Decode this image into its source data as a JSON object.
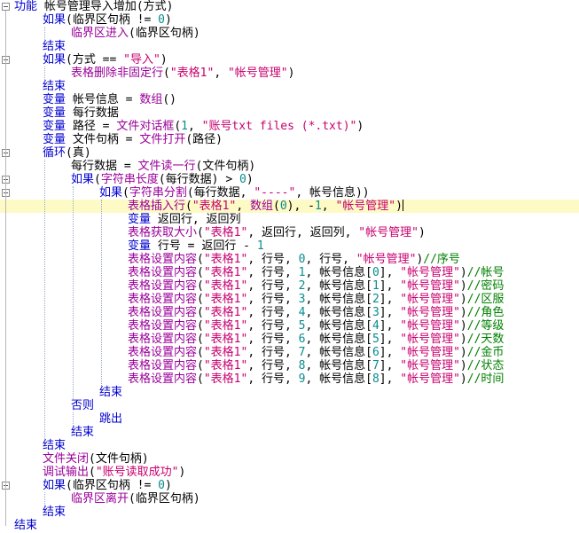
{
  "editor": {
    "colors": {
      "keyword": "#0000d0",
      "function": "#9a0099",
      "string": "#c8006f",
      "number": "#0a8c8c",
      "comment": "#008000",
      "plain": "#000000",
      "highlight": "#fdfac6"
    },
    "lines": [
      {
        "indent": 0,
        "fold": true,
        "tokens": [
          [
            "kw",
            "功能"
          ],
          [
            "p",
            " 帐号管理导入增加(方式)"
          ]
        ]
      },
      {
        "indent": 1,
        "tokens": [
          [
            "kw",
            "如果"
          ],
          [
            "p",
            "(临界区句柄 != "
          ],
          [
            "num",
            "0"
          ],
          [
            "p",
            ")"
          ]
        ]
      },
      {
        "indent": 2,
        "tokens": [
          [
            "fn",
            "临界区进入"
          ],
          [
            "p",
            "(临界区句柄)"
          ]
        ]
      },
      {
        "indent": 1,
        "tokens": [
          [
            "kw",
            "结束"
          ]
        ]
      },
      {
        "indent": 1,
        "fold": true,
        "tokens": [
          [
            "kw",
            "如果"
          ],
          [
            "p",
            "(方式 == "
          ],
          [
            "str",
            "\"导入\""
          ],
          [
            "p",
            ")"
          ]
        ]
      },
      {
        "indent": 2,
        "tokens": [
          [
            "fn",
            "表格删除非固定行"
          ],
          [
            "p",
            "("
          ],
          [
            "str",
            "\"表格1\""
          ],
          [
            "p",
            ", "
          ],
          [
            "str",
            "\"帐号管理\""
          ],
          [
            "p",
            ")"
          ]
        ]
      },
      {
        "indent": 1,
        "tokens": [
          [
            "kw",
            "结束"
          ]
        ]
      },
      {
        "indent": 1,
        "tokens": [
          [
            "kw",
            "变量"
          ],
          [
            "p",
            " 帐号信息 = "
          ],
          [
            "fn",
            "数组"
          ],
          [
            "p",
            "()"
          ]
        ]
      },
      {
        "indent": 1,
        "tokens": [
          [
            "kw",
            "变量"
          ],
          [
            "p",
            " 每行数据"
          ]
        ]
      },
      {
        "indent": 1,
        "tokens": [
          [
            "kw",
            "变量"
          ],
          [
            "p",
            " 路径 = "
          ],
          [
            "fn",
            "文件对话框"
          ],
          [
            "p",
            "("
          ],
          [
            "num",
            "1"
          ],
          [
            "p",
            ", "
          ],
          [
            "str",
            "\"账号txt files (*.txt)\""
          ],
          [
            "p",
            ")"
          ]
        ]
      },
      {
        "indent": 1,
        "tokens": [
          [
            "kw",
            "变量"
          ],
          [
            "p",
            " 文件句柄 = "
          ],
          [
            "fn",
            "文件打开"
          ],
          [
            "p",
            "(路径)"
          ]
        ]
      },
      {
        "indent": 1,
        "fold": true,
        "tokens": [
          [
            "kw",
            "循环"
          ],
          [
            "p",
            "(真)"
          ]
        ]
      },
      {
        "indent": 2,
        "tokens": [
          [
            "p",
            "每行数据 = "
          ],
          [
            "fn",
            "文件读一行"
          ],
          [
            "p",
            "(文件句柄)"
          ]
        ]
      },
      {
        "indent": 2,
        "fold": true,
        "tokens": [
          [
            "kw",
            "如果"
          ],
          [
            "p",
            "("
          ],
          [
            "fn",
            "字符串长度"
          ],
          [
            "p",
            "(每行数据) > "
          ],
          [
            "num",
            "0"
          ],
          [
            "p",
            ")"
          ]
        ]
      },
      {
        "indent": 3,
        "fold": true,
        "tokens": [
          [
            "kw",
            "如果"
          ],
          [
            "p",
            "("
          ],
          [
            "fn",
            "字符串分割"
          ],
          [
            "p",
            "(每行数据, "
          ],
          [
            "str",
            "\"----\""
          ],
          [
            "p",
            ", 帐号信息))"
          ]
        ]
      },
      {
        "indent": 4,
        "highlight": true,
        "caret": true,
        "tokens": [
          [
            "fn",
            "表格插入行"
          ],
          [
            "p",
            "("
          ],
          [
            "str",
            "\"表格1\""
          ],
          [
            "p",
            ", "
          ],
          [
            "fn",
            "数组"
          ],
          [
            "p",
            "("
          ],
          [
            "num",
            "0"
          ],
          [
            "p",
            "), -"
          ],
          [
            "num",
            "1"
          ],
          [
            "p",
            ", "
          ],
          [
            "str",
            "\"帐号管理\""
          ],
          [
            "p",
            ")"
          ]
        ]
      },
      {
        "indent": 4,
        "tokens": [
          [
            "kw",
            "变量"
          ],
          [
            "p",
            " 返回行, 返回列"
          ]
        ]
      },
      {
        "indent": 4,
        "tokens": [
          [
            "fn",
            "表格获取大小"
          ],
          [
            "p",
            "("
          ],
          [
            "str",
            "\"表格1\""
          ],
          [
            "p",
            ", 返回行, 返回列, "
          ],
          [
            "str",
            "\"帐号管理\""
          ],
          [
            "p",
            ")"
          ]
        ]
      },
      {
        "indent": 4,
        "tokens": [
          [
            "kw",
            "变量"
          ],
          [
            "p",
            " 行号 = 返回行 - "
          ],
          [
            "num",
            "1"
          ]
        ]
      },
      {
        "indent": 4,
        "tokens": [
          [
            "fn",
            "表格设置内容"
          ],
          [
            "p",
            "("
          ],
          [
            "str",
            "\"表格1\""
          ],
          [
            "p",
            ", 行号, "
          ],
          [
            "num",
            "0"
          ],
          [
            "p",
            ", 行号, "
          ],
          [
            "str",
            "\"帐号管理\""
          ],
          [
            "p",
            ")"
          ],
          [
            "cm",
            "//序号"
          ]
        ]
      },
      {
        "indent": 4,
        "tokens": [
          [
            "fn",
            "表格设置内容"
          ],
          [
            "p",
            "("
          ],
          [
            "str",
            "\"表格1\""
          ],
          [
            "p",
            ", 行号, "
          ],
          [
            "num",
            "1"
          ],
          [
            "p",
            ", 帐号信息["
          ],
          [
            "num",
            "0"
          ],
          [
            "p",
            "], "
          ],
          [
            "str",
            "\"帐号管理\""
          ],
          [
            "p",
            ")"
          ],
          [
            "cm",
            "//帐号"
          ]
        ]
      },
      {
        "indent": 4,
        "tokens": [
          [
            "fn",
            "表格设置内容"
          ],
          [
            "p",
            "("
          ],
          [
            "str",
            "\"表格1\""
          ],
          [
            "p",
            ", 行号, "
          ],
          [
            "num",
            "2"
          ],
          [
            "p",
            ", 帐号信息["
          ],
          [
            "num",
            "1"
          ],
          [
            "p",
            "], "
          ],
          [
            "str",
            "\"帐号管理\""
          ],
          [
            "p",
            ")"
          ],
          [
            "cm",
            "//密码"
          ]
        ]
      },
      {
        "indent": 4,
        "tokens": [
          [
            "fn",
            "表格设置内容"
          ],
          [
            "p",
            "("
          ],
          [
            "str",
            "\"表格1\""
          ],
          [
            "p",
            ", 行号, "
          ],
          [
            "num",
            "3"
          ],
          [
            "p",
            ", 帐号信息["
          ],
          [
            "num",
            "2"
          ],
          [
            "p",
            "], "
          ],
          [
            "str",
            "\"帐号管理\""
          ],
          [
            "p",
            ")"
          ],
          [
            "cm",
            "//区服"
          ]
        ]
      },
      {
        "indent": 4,
        "tokens": [
          [
            "fn",
            "表格设置内容"
          ],
          [
            "p",
            "("
          ],
          [
            "str",
            "\"表格1\""
          ],
          [
            "p",
            ", 行号, "
          ],
          [
            "num",
            "4"
          ],
          [
            "p",
            ", 帐号信息["
          ],
          [
            "num",
            "3"
          ],
          [
            "p",
            "], "
          ],
          [
            "str",
            "\"帐号管理\""
          ],
          [
            "p",
            ")"
          ],
          [
            "cm",
            "//角色"
          ]
        ]
      },
      {
        "indent": 4,
        "tokens": [
          [
            "fn",
            "表格设置内容"
          ],
          [
            "p",
            "("
          ],
          [
            "str",
            "\"表格1\""
          ],
          [
            "p",
            ", 行号, "
          ],
          [
            "num",
            "5"
          ],
          [
            "p",
            ", 帐号信息["
          ],
          [
            "num",
            "4"
          ],
          [
            "p",
            "], "
          ],
          [
            "str",
            "\"帐号管理\""
          ],
          [
            "p",
            ")"
          ],
          [
            "cm",
            "//等级"
          ]
        ]
      },
      {
        "indent": 4,
        "tokens": [
          [
            "fn",
            "表格设置内容"
          ],
          [
            "p",
            "("
          ],
          [
            "str",
            "\"表格1\""
          ],
          [
            "p",
            ", 行号, "
          ],
          [
            "num",
            "6"
          ],
          [
            "p",
            ", 帐号信息["
          ],
          [
            "num",
            "5"
          ],
          [
            "p",
            "], "
          ],
          [
            "str",
            "\"帐号管理\""
          ],
          [
            "p",
            ")"
          ],
          [
            "cm",
            "//天数"
          ]
        ]
      },
      {
        "indent": 4,
        "tokens": [
          [
            "fn",
            "表格设置内容"
          ],
          [
            "p",
            "("
          ],
          [
            "str",
            "\"表格1\""
          ],
          [
            "p",
            ", 行号, "
          ],
          [
            "num",
            "7"
          ],
          [
            "p",
            ", 帐号信息["
          ],
          [
            "num",
            "6"
          ],
          [
            "p",
            "], "
          ],
          [
            "str",
            "\"帐号管理\""
          ],
          [
            "p",
            ")"
          ],
          [
            "cm",
            "//金币"
          ]
        ]
      },
      {
        "indent": 4,
        "tokens": [
          [
            "fn",
            "表格设置内容"
          ],
          [
            "p",
            "("
          ],
          [
            "str",
            "\"表格1\""
          ],
          [
            "p",
            ", 行号, "
          ],
          [
            "num",
            "8"
          ],
          [
            "p",
            ", 帐号信息["
          ],
          [
            "num",
            "7"
          ],
          [
            "p",
            "], "
          ],
          [
            "str",
            "\"帐号管理\""
          ],
          [
            "p",
            ")"
          ],
          [
            "cm",
            "//状态"
          ]
        ]
      },
      {
        "indent": 4,
        "tokens": [
          [
            "fn",
            "表格设置内容"
          ],
          [
            "p",
            "("
          ],
          [
            "str",
            "\"表格1\""
          ],
          [
            "p",
            ", 行号, "
          ],
          [
            "num",
            "9"
          ],
          [
            "p",
            ", 帐号信息["
          ],
          [
            "num",
            "8"
          ],
          [
            "p",
            "], "
          ],
          [
            "str",
            "\"帐号管理\""
          ],
          [
            "p",
            ")"
          ],
          [
            "cm",
            "//时间"
          ]
        ]
      },
      {
        "indent": 3,
        "tokens": [
          [
            "kw",
            "结束"
          ]
        ]
      },
      {
        "indent": 2,
        "tokens": [
          [
            "kw",
            "否则"
          ]
        ]
      },
      {
        "indent": 3,
        "tokens": [
          [
            "kw",
            "跳出"
          ]
        ]
      },
      {
        "indent": 2,
        "tokens": [
          [
            "kw",
            "结束"
          ]
        ]
      },
      {
        "indent": 1,
        "tokens": [
          [
            "kw",
            "结束"
          ]
        ]
      },
      {
        "indent": 1,
        "tokens": [
          [
            "fn",
            "文件关闭"
          ],
          [
            "p",
            "(文件句柄)"
          ]
        ]
      },
      {
        "indent": 1,
        "tokens": [
          [
            "fn",
            "调试输出"
          ],
          [
            "p",
            "("
          ],
          [
            "str",
            "\"账号读取成功\""
          ],
          [
            "p",
            ")"
          ]
        ]
      },
      {
        "indent": 1,
        "fold": true,
        "tokens": [
          [
            "kw",
            "如果"
          ],
          [
            "p",
            "(临界区句柄 != "
          ],
          [
            "num",
            "0"
          ],
          [
            "p",
            ")"
          ]
        ]
      },
      {
        "indent": 2,
        "tokens": [
          [
            "fn",
            "临界区离开"
          ],
          [
            "p",
            "(临界区句柄)"
          ]
        ]
      },
      {
        "indent": 1,
        "tokens": [
          [
            "kw",
            "结束"
          ]
        ]
      },
      {
        "indent": 0,
        "tokens": [
          [
            "kw",
            "结束"
          ]
        ]
      }
    ]
  }
}
